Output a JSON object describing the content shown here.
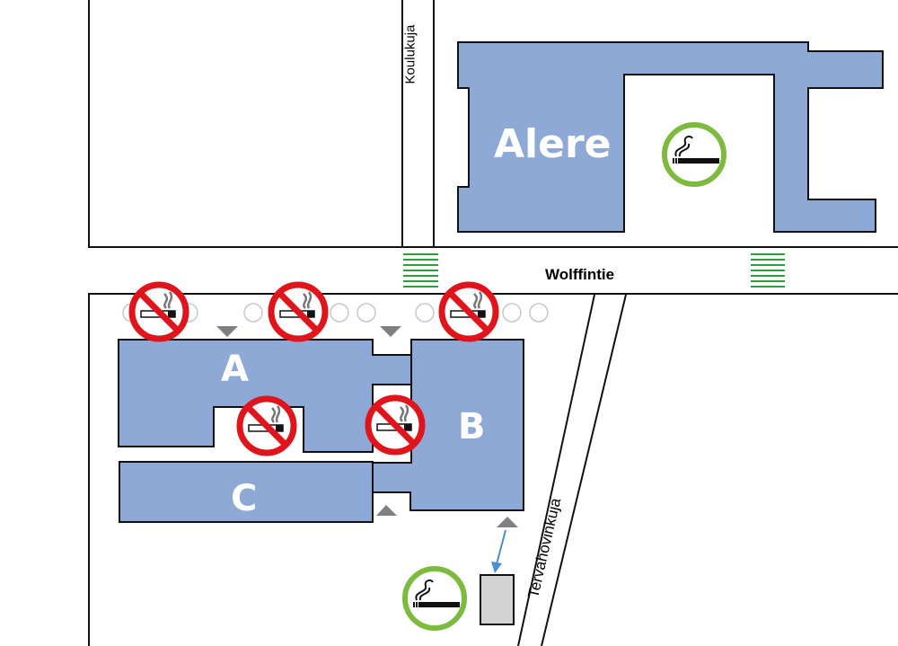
{
  "streets": {
    "koulukuja": "Koulukuja",
    "wolffintie": "Wolffintie",
    "tervahovinkuja": "Tervahovinkuja"
  },
  "buildings": {
    "alere": "Alere",
    "a": "A",
    "b": "B",
    "c": "C"
  },
  "colors": {
    "building": "#8fa9d6",
    "no_smoking": "#e0141b",
    "smoking_area": "#7dbb3f",
    "crosswalk": "#2e9e3e"
  }
}
